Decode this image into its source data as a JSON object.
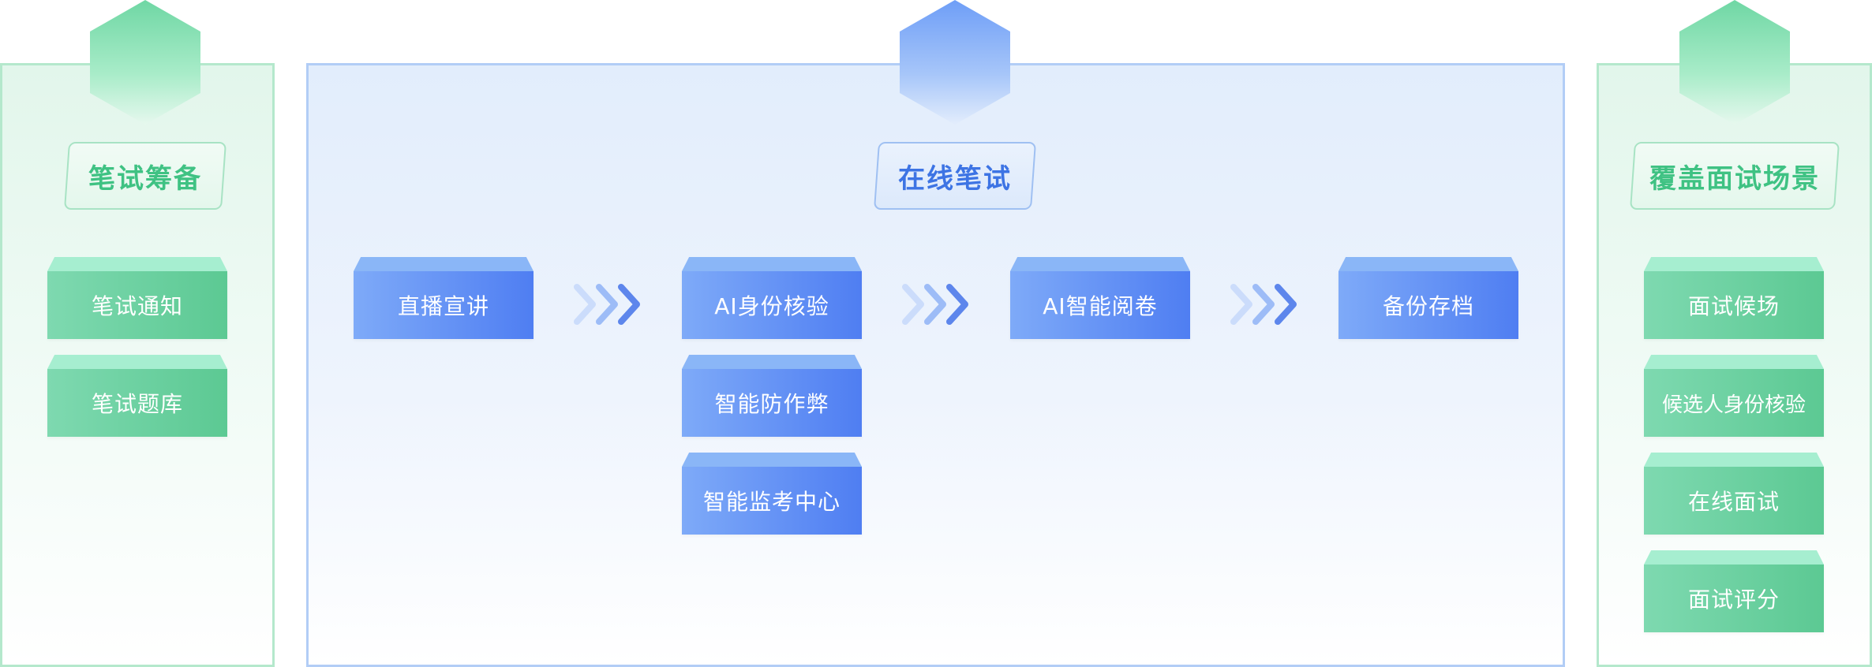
{
  "left_panel": {
    "title": "笔试筹备",
    "items": [
      "笔试通知",
      "笔试题库"
    ]
  },
  "center_panel": {
    "title": "在线笔试",
    "steps": [
      {
        "items": [
          "直播宣讲"
        ]
      },
      {
        "items": [
          "AI身份核验",
          "智能防作弊",
          "智能监考中心"
        ]
      },
      {
        "items": [
          "AI智能阅卷"
        ]
      },
      {
        "items": [
          "备份存档"
        ]
      }
    ]
  },
  "right_panel": {
    "title": "覆盖面试场景",
    "items": [
      "面试候场",
      "候选人身份核验",
      "在线面试",
      "面试评分"
    ]
  },
  "colors": {
    "green_accent": "#3fc283",
    "blue_accent": "#3d74e4",
    "green_block": "#5cc993",
    "blue_block": "#4f7ef2"
  },
  "icons": [
    "hexagon-icon",
    "chevron-arrow-icon"
  ]
}
